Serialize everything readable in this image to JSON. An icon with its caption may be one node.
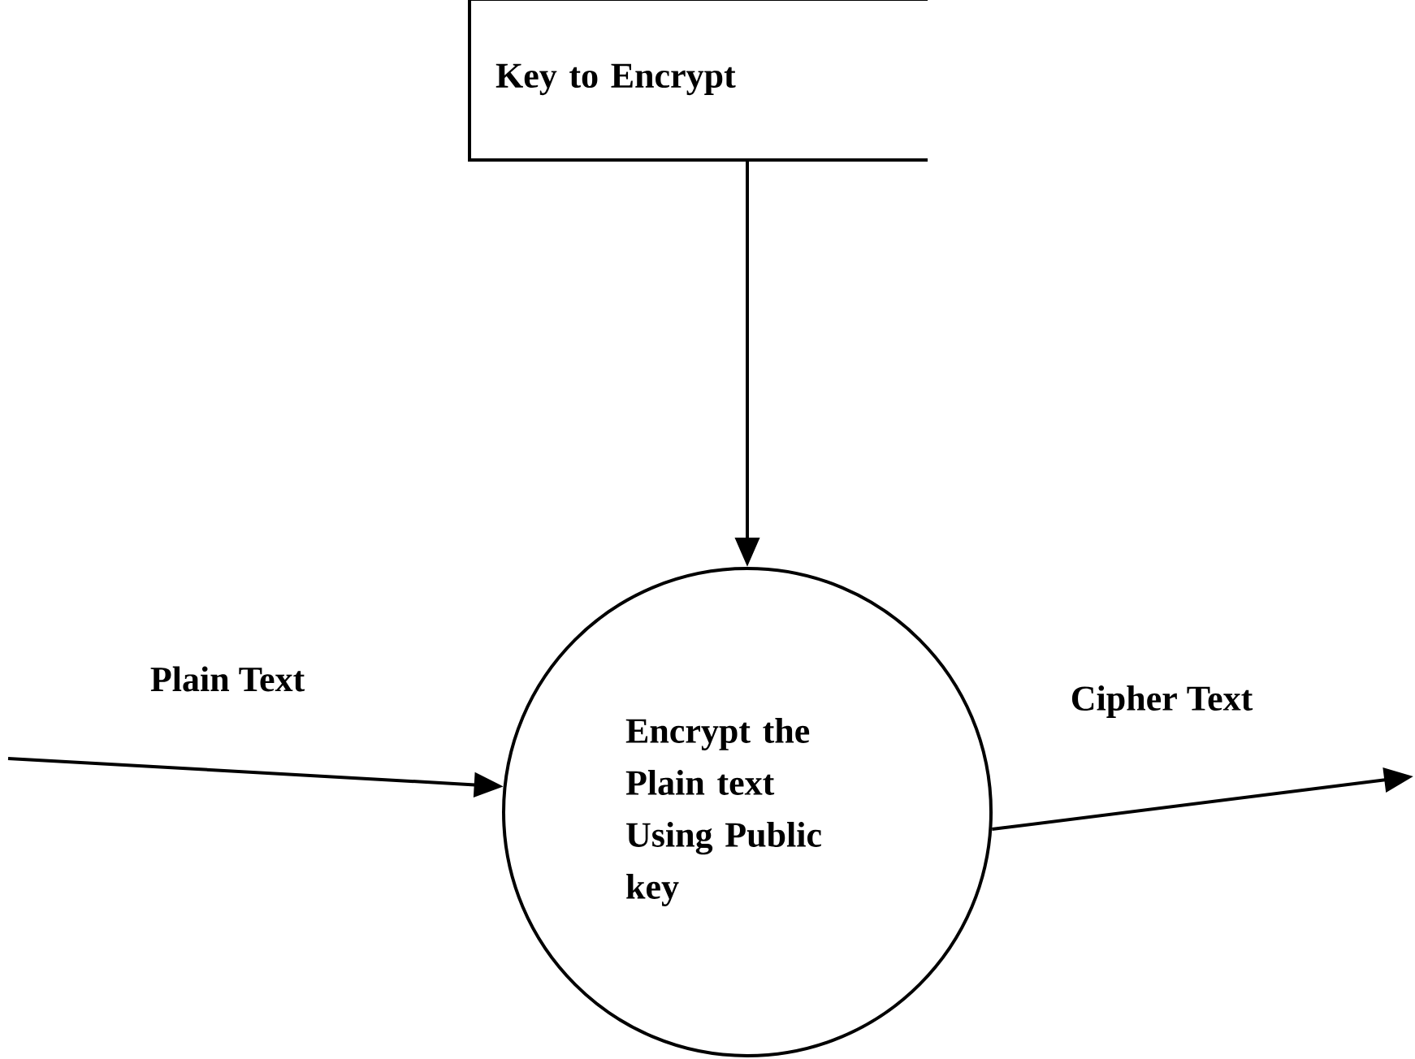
{
  "diagram": {
    "nodes": [
      {
        "text": [
          "Key to Encrypt"
        ]
      },
      {
        "text": [
          "Encrypt the Plain text Using Public key"
        ]
      }
    ],
    "edges": [
      {
        "from": null,
        "to": 1,
        "arrow": "to",
        "label": "Plain Text"
      },
      {
        "from": 0,
        "to": 1,
        "arrow": "to"
      },
      {
        "from": 1,
        "to": null,
        "arrow": "to",
        "label": "Cipher Text"
      }
    ]
  }
}
